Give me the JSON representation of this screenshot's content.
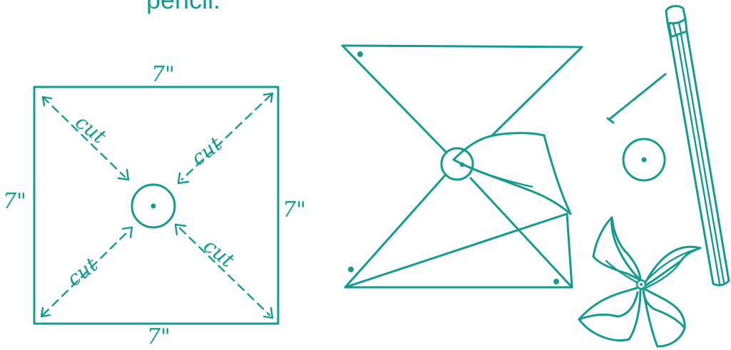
{
  "caption": "pencil.",
  "square": {
    "top_label": "7\"",
    "bottom_label": "7\"",
    "left_label": "7\"",
    "right_label": "7\"",
    "cut_labels": [
      "cut",
      "cut",
      "cut",
      "cut"
    ]
  },
  "colors": {
    "ink": "#159a90",
    "background": "#ffffff"
  },
  "icons": [
    "pinwheel-square-template",
    "folded-pinwheel",
    "pushpin",
    "paper-circle",
    "pencil",
    "finished-pinwheel"
  ]
}
